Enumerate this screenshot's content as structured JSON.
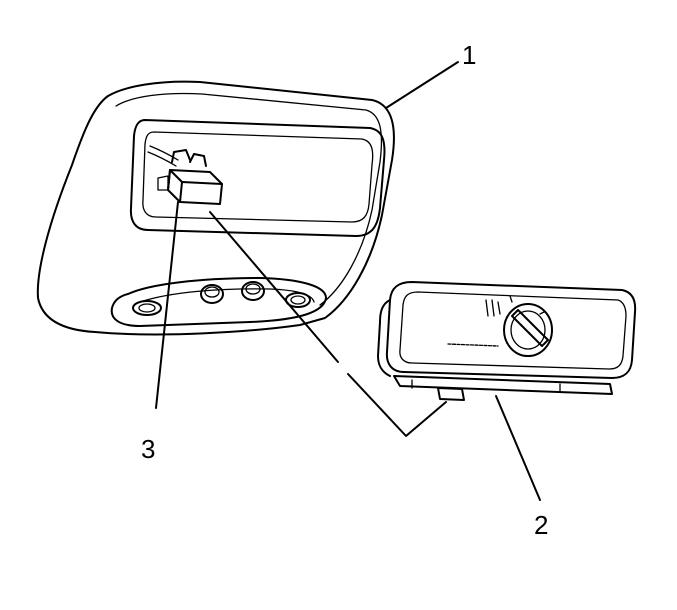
{
  "callouts": [
    {
      "id": "1",
      "label": "1"
    },
    {
      "id": "2",
      "label": "2"
    },
    {
      "id": "3",
      "label": "3"
    }
  ],
  "colors": {
    "stroke": "#000000",
    "fill": "#ffffff"
  }
}
